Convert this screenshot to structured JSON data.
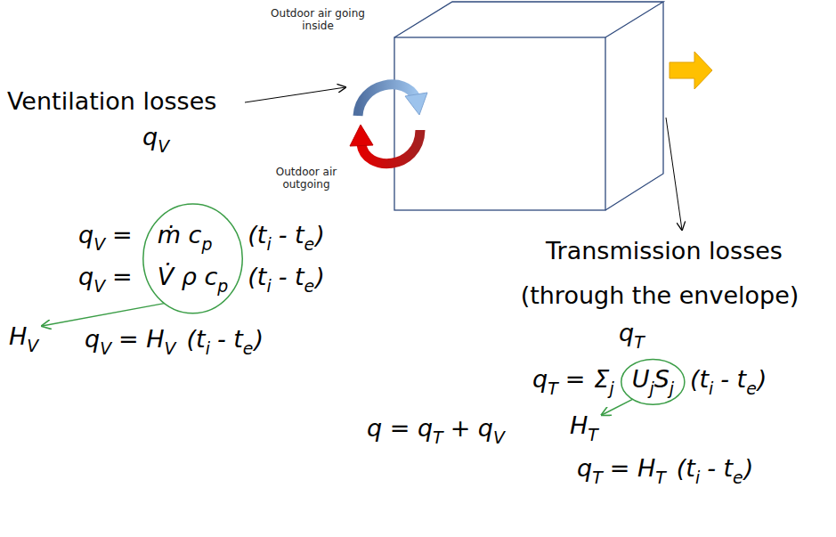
{
  "diagram": {
    "labels": [
      "Outdoor air going inside",
      "Ventilation losses",
      "Outdoor air outgoing",
      "q",
      "V",
      "q",
      "V",
      "=",
      "ṁ c",
      "p",
      "(t",
      "i",
      "- t",
      "e",
      ")",
      "q",
      "V",
      "=",
      "V̇ ρ c",
      "p",
      "(t",
      "i",
      "- t",
      "e",
      ")",
      "H",
      "V",
      "q",
      "V",
      "= H",
      "V",
      "(t",
      "i",
      "- t",
      "e",
      ")",
      "q = q",
      "T",
      "+ q",
      "V",
      "Transmission losses",
      "(through the envelope)",
      "q",
      "T",
      "q",
      "T",
      "=",
      "Σ",
      "j",
      "U",
      "j",
      "S",
      "j",
      "(t",
      "i",
      "- t",
      "e",
      ")",
      "H",
      "T",
      "q",
      "T",
      "= H",
      "T",
      "(t",
      "i",
      "- t",
      "e",
      ")"
    ]
  }
}
